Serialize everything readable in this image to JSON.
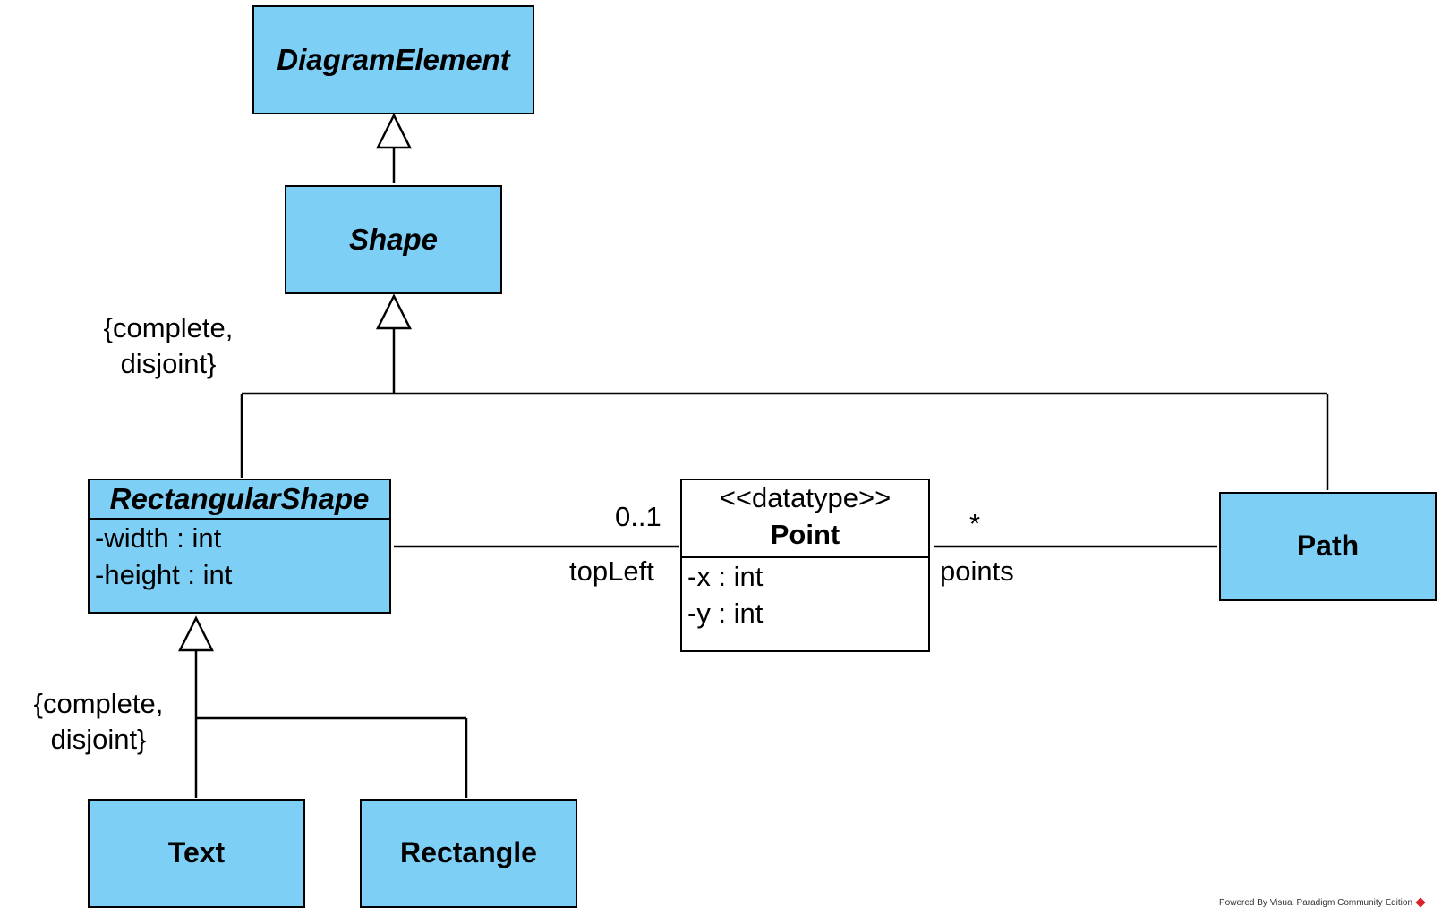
{
  "classes": {
    "diagram_element": {
      "name": "DiagramElement"
    },
    "shape": {
      "name": "Shape"
    },
    "rectangular_shape": {
      "name": "RectangularShape",
      "attributes": [
        "-width : int",
        "-height : int"
      ]
    },
    "point": {
      "stereotype": "<<datatype>>",
      "name": "Point",
      "attributes": [
        "-x : int",
        "-y : int"
      ]
    },
    "path": {
      "name": "Path"
    },
    "text": {
      "name": "Text"
    },
    "rectangle": {
      "name": "Rectangle"
    }
  },
  "constraints": {
    "shape_subclasses": [
      "{complete,",
      "disjoint}"
    ],
    "rectangular_subclasses": [
      "{complete,",
      "disjoint}"
    ]
  },
  "associations": {
    "top_left": {
      "multiplicity": "0..1",
      "role": "topLeft"
    },
    "points": {
      "multiplicity": "*",
      "role": "points"
    }
  },
  "footer": "Powered By Visual Paradigm Community Edition",
  "colors": {
    "class_fill": "#7dcff5",
    "datatype_fill": "#ffffff",
    "line": "#000000"
  }
}
